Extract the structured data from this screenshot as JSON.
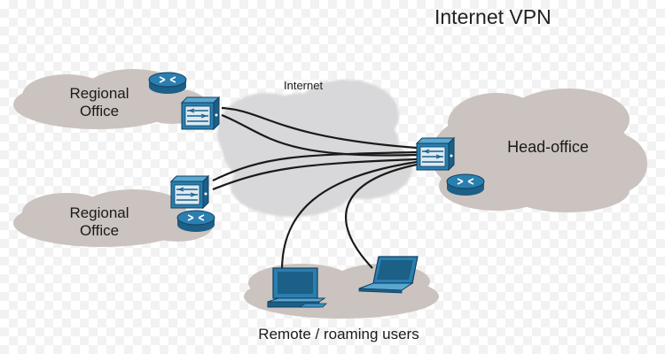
{
  "title": "Internet VPN",
  "internet_label": "Internet",
  "sites": {
    "regional_office_1": "Regional\nOffice",
    "regional_office_2": "Regional\nOffice",
    "head_office": "Head-office",
    "remote_users": "Remote / roaming users"
  },
  "colors": {
    "cloud": "#cbc3bf",
    "internet_cloud": "#d8d8da",
    "device_blue": "#2a7fb0",
    "device_dark": "#1c5f87",
    "link": "#1a1a1a"
  },
  "icons": [
    "router-icon",
    "firewall-icon",
    "desktop-computer-icon",
    "laptop-icon"
  ]
}
